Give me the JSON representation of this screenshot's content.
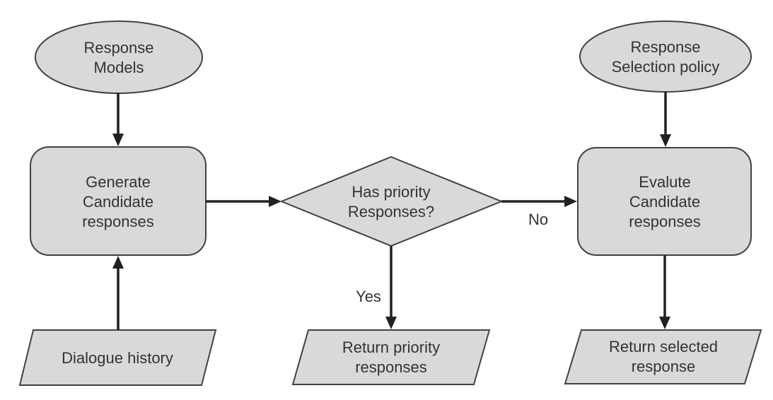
{
  "diagram": {
    "background": "#ffffff",
    "colors": {
      "node_fill": "#d9d9d9",
      "node_stroke": "#424242",
      "arrow": "#212121",
      "text": "#333333"
    },
    "nodes": {
      "response_models": {
        "shape": "ellipse",
        "lines": [
          "Response",
          "Models"
        ]
      },
      "response_selection_policy": {
        "shape": "ellipse",
        "lines": [
          "Response",
          "Selection policy"
        ]
      },
      "generate_candidate_responses": {
        "shape": "rounded-rectangle",
        "lines": [
          "Generate",
          "Candidate",
          "responses"
        ]
      },
      "has_priority_responses": {
        "shape": "diamond",
        "lines": [
          "Has priority",
          "Responses?"
        ]
      },
      "evalute_candidate_responses": {
        "shape": "rounded-rectangle",
        "lines": [
          "Evalute",
          "Candidate",
          "responses"
        ]
      },
      "dialogue_history": {
        "shape": "parallelogram",
        "lines": [
          "Dialogue history"
        ]
      },
      "return_priority_responses": {
        "shape": "parallelogram",
        "lines": [
          "Return priority",
          "responses"
        ]
      },
      "return_selected_response": {
        "shape": "parallelogram",
        "lines": [
          "Return selected",
          "response"
        ]
      }
    },
    "edge_labels": {
      "yes": "Yes",
      "no": "No"
    },
    "edges": [
      {
        "from": "response_models",
        "to": "generate_candidate_responses",
        "label": ""
      },
      {
        "from": "dialogue_history",
        "to": "generate_candidate_responses",
        "label": ""
      },
      {
        "from": "generate_candidate_responses",
        "to": "has_priority_responses",
        "label": ""
      },
      {
        "from": "has_priority_responses",
        "to": "return_priority_responses",
        "label": "Yes"
      },
      {
        "from": "has_priority_responses",
        "to": "evalute_candidate_responses",
        "label": "No"
      },
      {
        "from": "response_selection_policy",
        "to": "evalute_candidate_responses",
        "label": ""
      },
      {
        "from": "evalute_candidate_responses",
        "to": "return_selected_response",
        "label": ""
      }
    ]
  }
}
